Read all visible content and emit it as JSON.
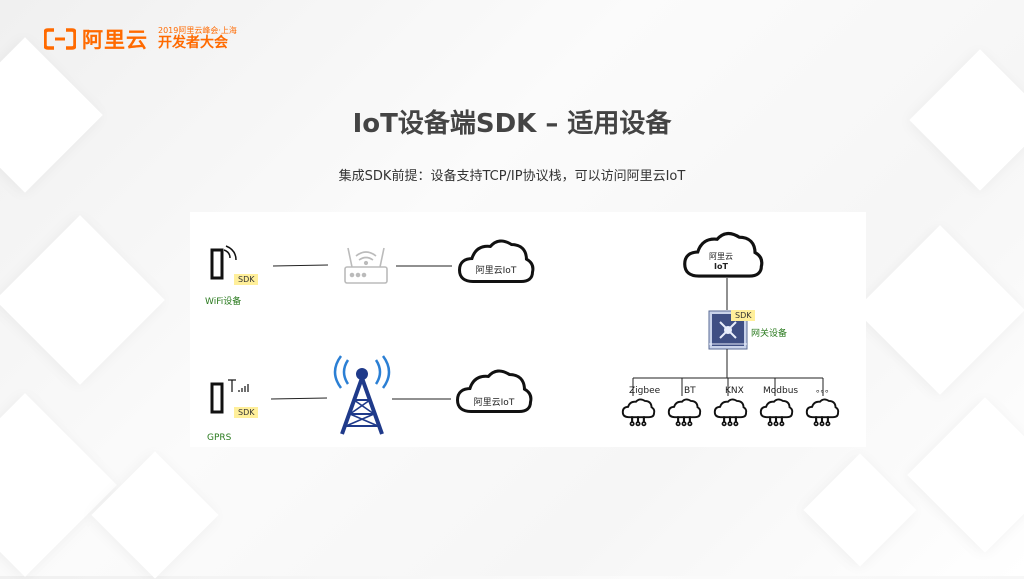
{
  "header": {
    "brand": "阿里云",
    "event_line1": "2019阿里云峰会·上海",
    "event_line2": "开发者大会"
  },
  "title": "IoT设备端SDK – 适用设备",
  "subtitle": "集成SDK前提：设备支持TCP/IP协议栈，可以访问阿里云IoT",
  "diagram": {
    "wifi_device_label": "WiFi设备",
    "gprs_device_label": "GPRS",
    "sdk_label": "SDK",
    "cloud_label": "阿里云IoT",
    "cloud_right_line1": "阿里云",
    "cloud_right_line2": "IoT",
    "gateway_label": "网关设备",
    "protocols": [
      "Zigbee",
      "BT",
      "KNX",
      "Modbus",
      "。。。"
    ]
  },
  "colors": {
    "brand": "#ff6a00",
    "sdk_tag": "#ffef9a",
    "tower": "#1f3a8a",
    "signal": "#2b7fd4",
    "label_green": "#2a7a1e"
  }
}
